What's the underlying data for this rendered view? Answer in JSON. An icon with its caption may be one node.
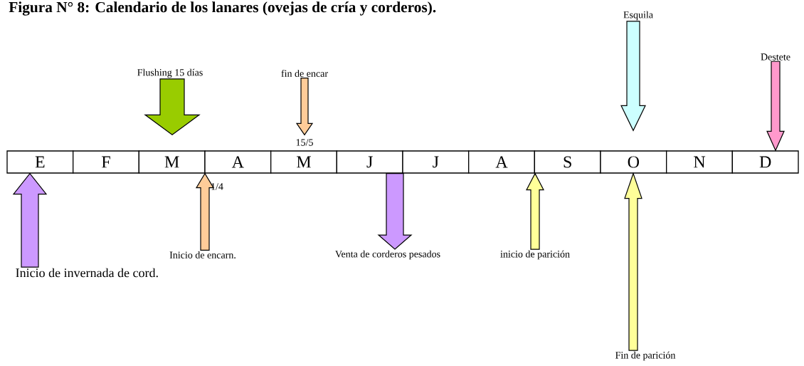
{
  "diagram": {
    "title": "Figura N° 8: Calendario de los lanares (ovejas de cría y corderos).",
    "nodes": [
      {
        "text": [
          "E"
        ]
      },
      {
        "text": [
          "F"
        ]
      },
      {
        "text": [
          "M"
        ]
      },
      {
        "text": [
          "A"
        ]
      },
      {
        "text": [
          "M"
        ]
      },
      {
        "text": [
          "J"
        ]
      },
      {
        "text": [
          "J"
        ]
      },
      {
        "text": [
          "A"
        ]
      },
      {
        "text": [
          "S"
        ]
      },
      {
        "text": [
          "O"
        ]
      },
      {
        "text": [
          "N"
        ]
      },
      {
        "text": [
          "D"
        ]
      },
      {
        "text": [
          "Flushing 15 días"
        ]
      },
      {
        "text": [
          "fin de encar"
        ]
      },
      {
        "text": [
          "Esquila"
        ]
      },
      {
        "text": [
          "Destete"
        ]
      },
      {
        "text": [
          "Inicio de invernada de cord."
        ]
      },
      {
        "text": [
          "Inicio de encarn."
        ]
      },
      {
        "text": [
          "Venta de corderos pesados"
        ]
      },
      {
        "text": [
          "inicio de parición"
        ]
      },
      {
        "text": [
          "Fin de parición"
        ]
      }
    ],
    "edges": [
      {
        "from": 12,
        "to": 2,
        "arrow": "to",
        "color": "#99cc00"
      },
      {
        "from": 13,
        "to": 4,
        "arrow": "to",
        "color": "#ffcc99"
      },
      {
        "from": 14,
        "to": 9,
        "arrow": "to",
        "color": "#ccffff"
      },
      {
        "from": 15,
        "to": 11,
        "arrow": "to",
        "color": "#ff99cc"
      },
      {
        "from": 16,
        "to": 0,
        "arrow": "to",
        "color": "#cc99ff"
      },
      {
        "from": 17,
        "to": 3,
        "arrow": "to",
        "color": "#ffcc99"
      },
      {
        "from": 5,
        "to": 18,
        "arrow": "to",
        "color": "#cc99ff"
      },
      {
        "from": 19,
        "to": 7,
        "arrow": "to",
        "color": "#ffff99"
      },
      {
        "from": 20,
        "to": 9,
        "arrow": "to",
        "color": "#ffff99"
      }
    ],
    "labels": [
      "15/5",
      "1/4"
    ]
  }
}
